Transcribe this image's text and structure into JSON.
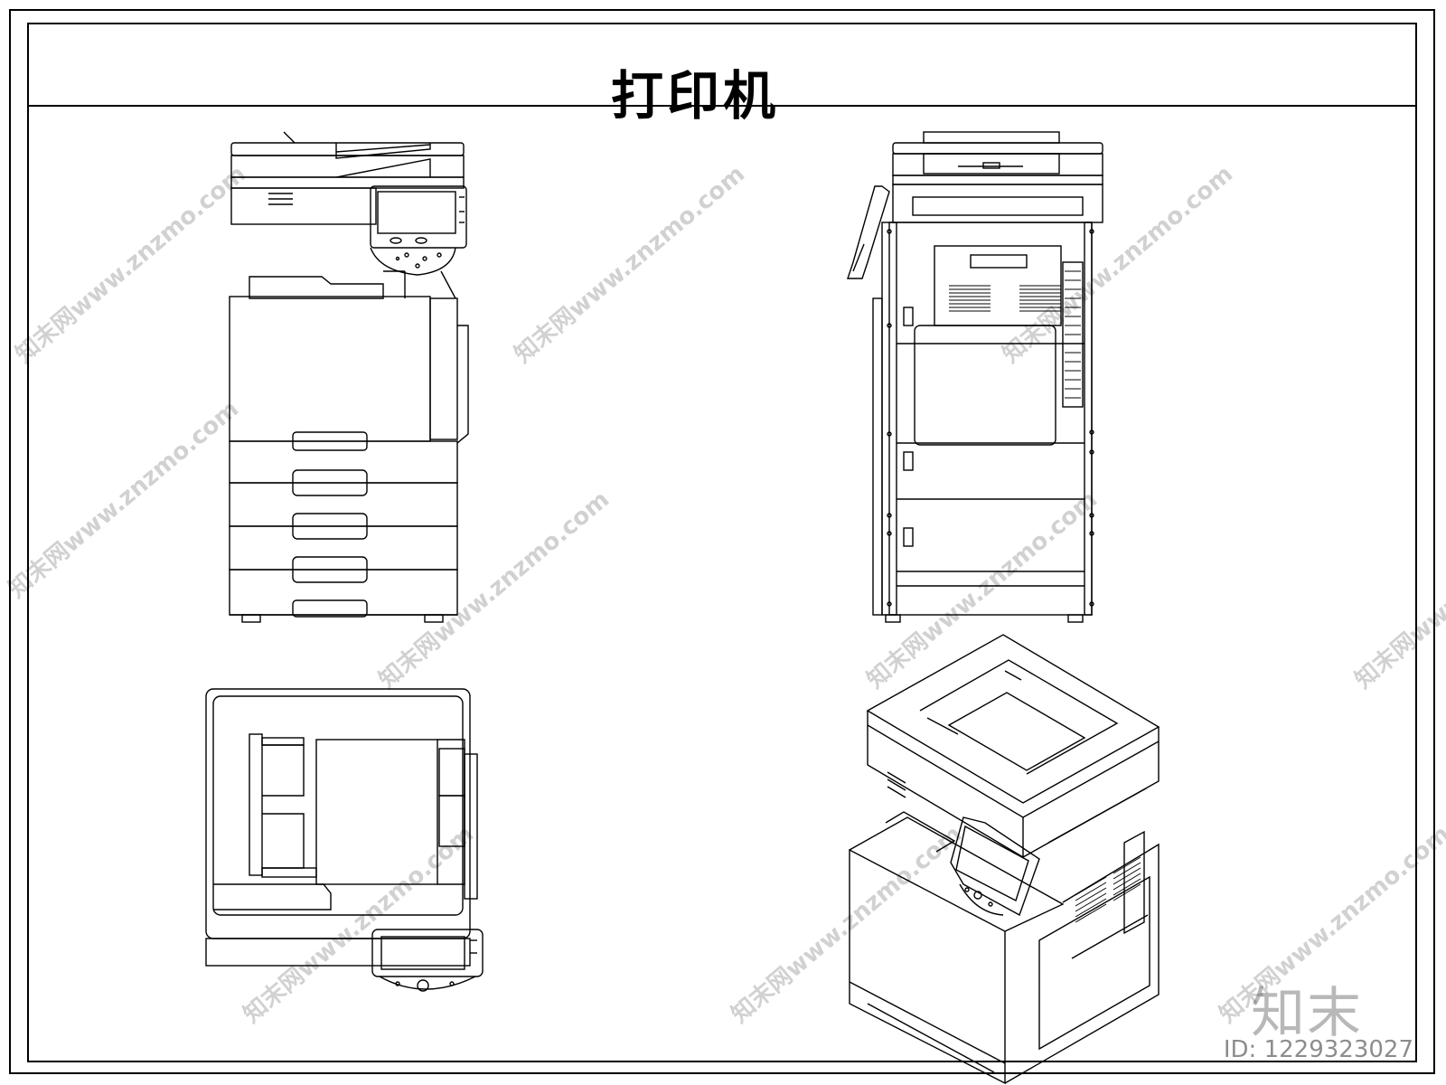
{
  "title": "打印机",
  "watermark": {
    "text": "知末网www.znzmo.com"
  },
  "brand_mark": "知末",
  "id_label": "ID: 1229323027",
  "views": [
    "front-view",
    "side-view",
    "top-view",
    "isometric-view"
  ]
}
